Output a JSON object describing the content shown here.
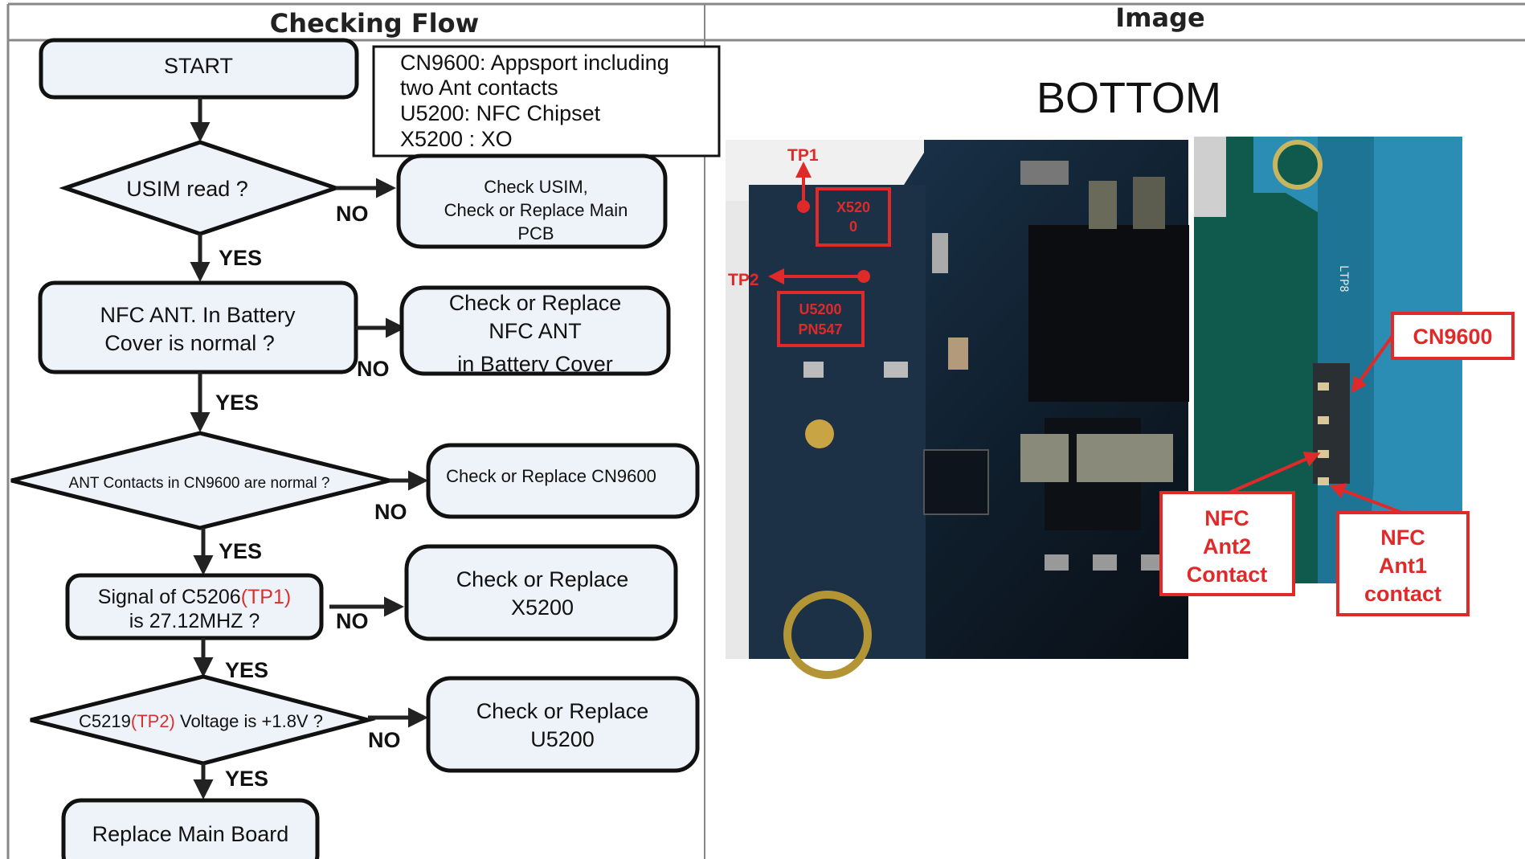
{
  "headers": {
    "flow": "Checking Flow",
    "image": "Image"
  },
  "legend": {
    "line1": "CN9600: Appsport including",
    "line2": "two Ant contacts",
    "line3": "U5200: NFC Chipset",
    "line4": "X5200 : XO"
  },
  "flow": {
    "start": "START",
    "usim": "USIM read ?",
    "usim_action": [
      "Check USIM,",
      "Check or Replace Main",
      "PCB"
    ],
    "nfc_ant": [
      "NFC ANT. In Battery",
      "Cover is normal ?"
    ],
    "nfc_ant_action": [
      "Check or Replace",
      "NFC ANT",
      "in Battery Cover"
    ],
    "ant_contacts": "ANT Contacts in CN9600 are normal ?",
    "ant_contacts_action": "Check or Replace CN9600",
    "signal_pre": "Signal of C5206",
    "signal_tp": "(TP1)",
    "signal_post": "is 27.12MHZ ?",
    "signal_action": [
      "Check or Replace",
      "X5200"
    ],
    "voltage_pre": "C5219",
    "voltage_tp": "(TP2)",
    "voltage_post": " Voltage is +1.8V ?",
    "voltage_action": [
      "Check or Replace",
      "U5200"
    ],
    "end": "Replace Main Board",
    "yes": "YES",
    "no": "NO"
  },
  "image_panel": {
    "title": "BOTTOM",
    "labels": {
      "tp1": "TP1",
      "tp2": "TP2",
      "x5200_a": "X520",
      "x5200_b": "0",
      "u5200_a": "U5200",
      "u5200_b": "PN547",
      "cn9600": "CN9600",
      "ant2_a": "NFC",
      "ant2_b": "Ant2",
      "ant2_c": "Contact",
      "ant1_a": "NFC",
      "ant1_b": "Ant1",
      "ant1_c": "contact",
      "board_print": "LTP8"
    }
  },
  "colors": {
    "node_fill": "#eef3f9",
    "annotation_red": "#e02a2a",
    "pcb_dark": "#1d2a3a",
    "pcb_green": "#0e5e4e",
    "pcb_blue": "#2a8ab0"
  }
}
